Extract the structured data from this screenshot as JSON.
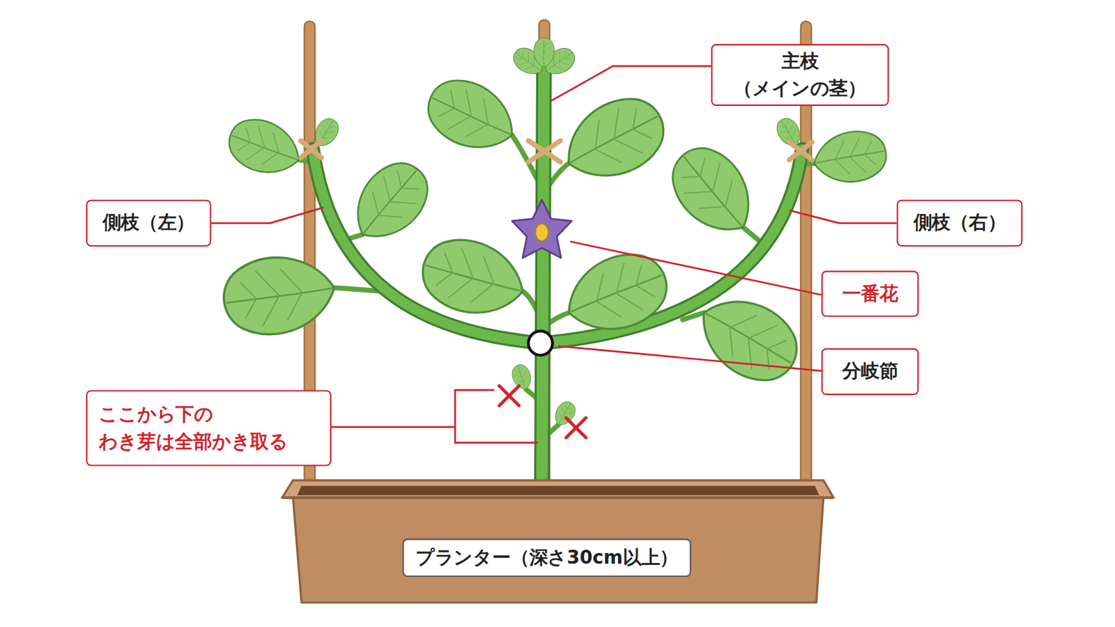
{
  "diagram": {
    "nodes": [
      {
        "text": [
          "主枝（メインの茎）"
        ]
      },
      {
        "text": [
          "側枝（左）"
        ]
      },
      {
        "text": [
          "側枝（右）"
        ]
      },
      {
        "text": [
          "一番花"
        ]
      },
      {
        "text": [
          "分岐節"
        ]
      },
      {
        "text": [
          "ここから下の わき芽は全部かき取る"
        ]
      },
      {
        "text": [
          "プランター（深さ30cm以上）"
        ]
      }
    ]
  }
}
